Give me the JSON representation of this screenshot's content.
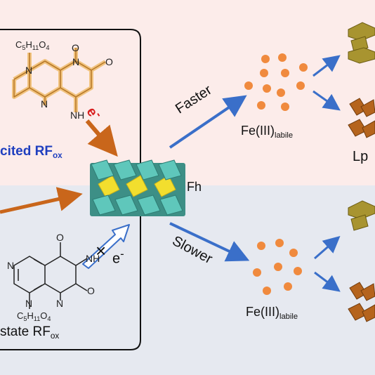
{
  "colors": {
    "top_bg": "#fcecea",
    "bottom_bg": "#e6e9f0",
    "excited_ring": "#e8a23a",
    "arrow_orange": "#c9661b",
    "arrow_blue": "#3a6fc9",
    "label_blue": "#1f3fbf",
    "electron_red": "#d81e1e",
    "dot_orange": "#f08a3e",
    "mineral_teal": "#4ab3a8",
    "mineral_yellow": "#f2de2e",
    "mineral_olive": "#a89430",
    "mineral_brown": "#b5641d"
  },
  "labels": {
    "excited_main": "cited RF",
    "excited_sub": "ox",
    "ground_main": "state RF",
    "ground_sub": "ox",
    "fh": "Fh",
    "faster": "Faster",
    "slower": "Slower",
    "fe_top_main": "Fe(III)",
    "fe_top_sub": "labile",
    "fe_bottom_main": "Fe(III)",
    "fe_bottom_sub": "labile",
    "lp": "Lp",
    "electron_top": "e",
    "electron_top_sup": "-",
    "electron_bottom": "e",
    "electron_bottom_sup": "-",
    "cross": "×"
  },
  "chem": {
    "top_sidechain": "C5H11O4",
    "top_n_left": "N",
    "top_n_right": "N",
    "top_n_bottom": "N",
    "top_nh": "NH",
    "top_o_right": "O",
    "top_o_bottom": "O",
    "bottom_o_top": "O",
    "bottom_nh": "NH",
    "bottom_n_left": "N",
    "bottom_n_mid": "N",
    "bottom_n_right": "N",
    "bottom_o_right": "O",
    "bottom_sidechain": "C5H11O4"
  },
  "icons": [
    "electron-arrow-icon",
    "blocked-arrow-icon",
    "ferrihydrite-structure-icon",
    "lepidocrocite-structure-icon",
    "goethite-structure-icon"
  ]
}
